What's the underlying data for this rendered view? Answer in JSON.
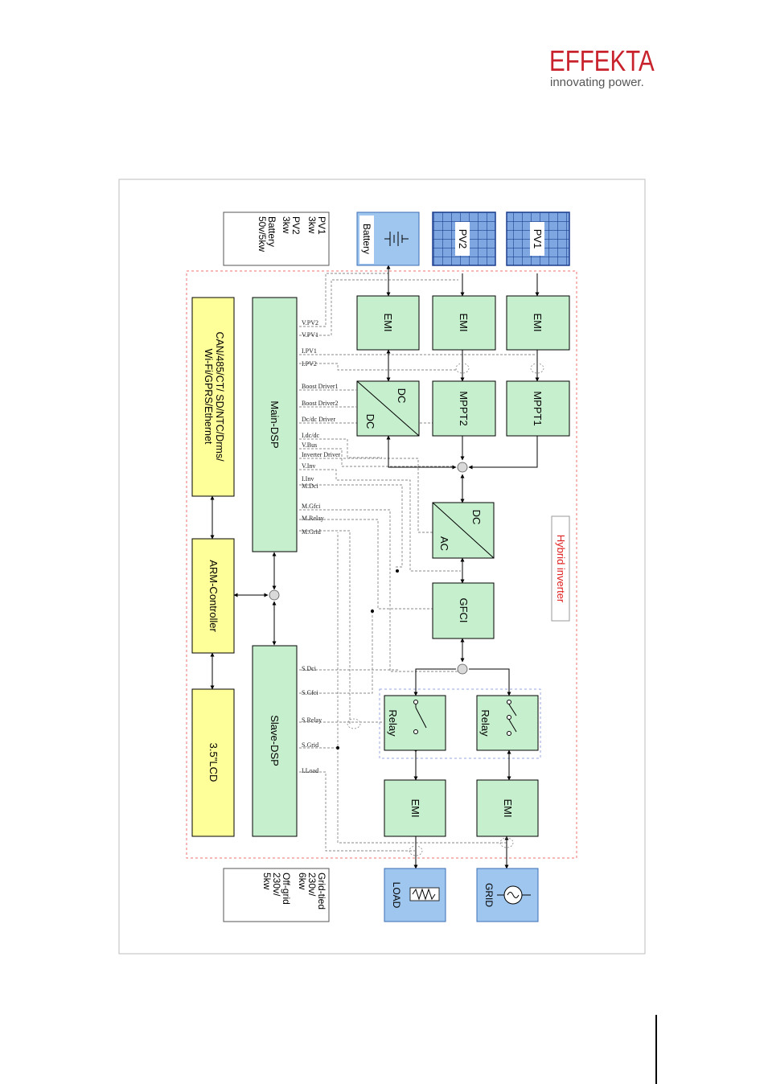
{
  "logo": {
    "brand": "EFFEKTA",
    "tagline": "innovating power."
  },
  "diagram": {
    "title": "Hybrid inverter",
    "sources": {
      "pv1": "PV1",
      "pv2": "PV2",
      "battery": "Battery"
    },
    "outputs": {
      "load": "LOAD",
      "grid": "GRID"
    },
    "blocks": {
      "emi": "EMI",
      "mppt1": "MPPT1",
      "mppt2": "MPPT2",
      "dcdc_top": "DC",
      "dcdc_bottom": "DC",
      "dcac_top": "DC",
      "dcac_bottom": "AC",
      "gfci": "GFCI",
      "relay": "Relay",
      "main_dsp": "Main-DSP",
      "slave_dsp": "Slave-DSP",
      "arm": "ARM-Controller",
      "lcd": "3.5\"LCD",
      "comm_line1": "CAN/485/CT/ SD/NTC/Drms/",
      "comm_line2": "Wi-Fi/GPRS/Ethernet"
    },
    "spec_input": [
      "PV1",
      "3kw",
      "PV2",
      "3kw",
      "Battery",
      "50v/5kw"
    ],
    "spec_output": [
      "Grid-tied",
      "230v/",
      "6kw",
      "Off-grid",
      "230v/",
      "5kw"
    ],
    "signals_main": [
      "V.PV2",
      "V.PV1",
      "I.PV1",
      "I.PV2",
      "Boost Driver1",
      "Boost Driver2",
      "Dc/dc Driver",
      "I.dc/dc",
      "V.Bus",
      "Inverter Driver",
      "V.Inv",
      "I.Inv",
      "M.Dci",
      "M.Gfci",
      "M.Relay",
      "M.Grid"
    ],
    "signals_slave": [
      "S.Dci",
      "S.Gfci",
      "S.Relay",
      "S.Grid",
      "I.Load"
    ]
  }
}
